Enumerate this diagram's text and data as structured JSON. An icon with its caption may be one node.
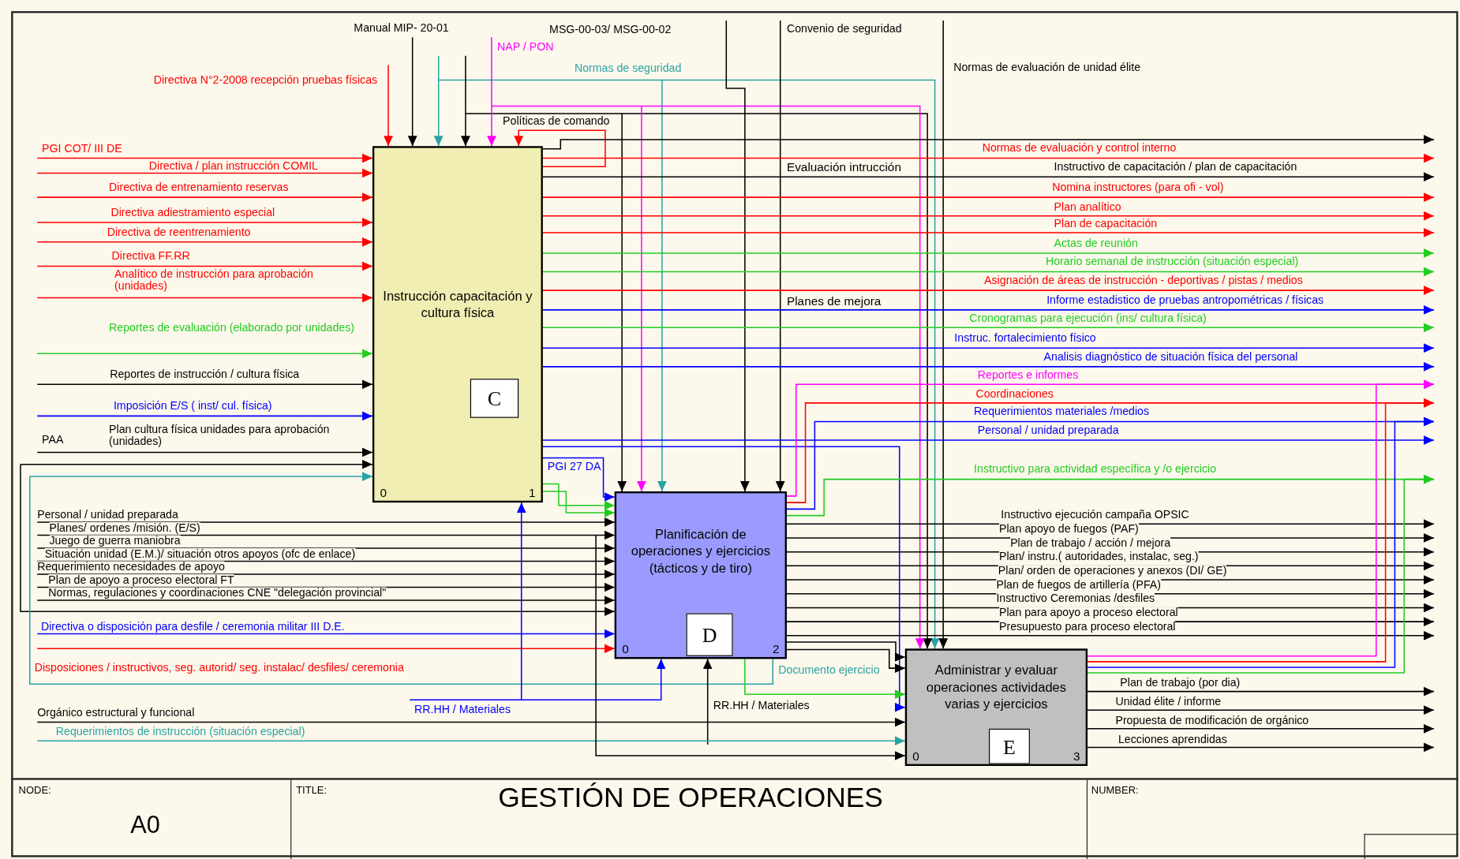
{
  "diagram": {
    "title": "GESTIÓN DE OPERACIONES",
    "nodes": [
      {
        "text": [
          "Instrucción capacitación y cultura física",
          "C",
          "0",
          "1"
        ]
      },
      {
        "text": [
          "Planificación de operaciones y ejercicios (tácticos y de tiro)",
          "D",
          "0",
          "2"
        ]
      },
      {
        "text": [
          "Administrar y evaluar operaciones actividades varias y ejercicios",
          "E",
          "0",
          "3"
        ]
      }
    ],
    "edges": [
      {
        "from": null,
        "to": 0,
        "arrow": "to",
        "label": "PGI COT/ III DE",
        "color": "#ff0000"
      },
      {
        "from": null,
        "to": 0,
        "arrow": "to",
        "label": "Directiva / plan instrucción COMIL",
        "color": "#ff0000"
      },
      {
        "from": null,
        "to": 0,
        "arrow": "to",
        "label": "Directiva de entrenamiento reservas",
        "color": "#ff0000"
      },
      {
        "from": null,
        "to": 0,
        "arrow": "to",
        "label": "Directiva adiestramiento especial",
        "color": "#ff0000"
      },
      {
        "from": null,
        "to": 0,
        "arrow": "to",
        "label": "Directiva de reentrenamiento",
        "color": "#ff0000"
      },
      {
        "from": null,
        "to": 0,
        "arrow": "to",
        "label": "Directiva FF.RR",
        "color": "#ff0000"
      },
      {
        "from": null,
        "to": 0,
        "arrow": "to",
        "label": "Analítico de instrucción para aprobación (unidades)",
        "color": "#ff0000"
      },
      {
        "from": null,
        "to": 0,
        "arrow": "to",
        "label": "Reportes de evaluación (elaborado por unidades)",
        "color": "#22cc22"
      },
      {
        "from": null,
        "to": 0,
        "arrow": "to",
        "label": "Reportes de instrucción / cultura física"
      },
      {
        "from": null,
        "to": 0,
        "arrow": "to",
        "label": "Imposición E/S ( inst/ cul. física)",
        "color": "#0000ff"
      },
      {
        "from": null,
        "to": 0,
        "arrow": "to",
        "label": "Plan cultura física unidades para aprobación (unidades)"
      },
      {
        "from": null,
        "to": 0,
        "arrow": "to",
        "label": "PAA"
      },
      {
        "from": null,
        "to": 1,
        "arrow": "to"
      },
      {
        "from": 1,
        "to": 0,
        "arrow": "to",
        "label": "Documento ejercicio",
        "color": "#2aa3a3"
      },
      {
        "from": 0,
        "to": 0,
        "arrow": "to",
        "color": "#ff0000"
      },
      {
        "from": null,
        "to": 0,
        "arrow": "to",
        "label": "Directiva N°2-2008 recepción pruebas físicas",
        "color": "#ff0000"
      },
      {
        "from": null,
        "to": 0,
        "arrow": "to",
        "label": "Manual MIP- 20-01"
      },
      {
        "from": null,
        "to": 0,
        "arrow": "to",
        "color": "#2aa3a3"
      },
      {
        "from": null,
        "to": 1,
        "arrow": "to",
        "label": "Normas de seguridad",
        "color": "#2aa3a3"
      },
      {
        "from": null,
        "to": 2,
        "arrow": "to",
        "color": "#2aa3a3"
      },
      {
        "from": null,
        "to": 0,
        "arrow": "to"
      },
      {
        "from": null,
        "to": 1,
        "arrow": "to",
        "label": "Políticas de comando"
      },
      {
        "from": null,
        "to": 2,
        "arrow": "to"
      },
      {
        "from": null,
        "to": 0,
        "arrow": "to",
        "label": "NAP / PON",
        "color": "#ff00ff"
      },
      {
        "from": null,
        "to": 1,
        "arrow": "to",
        "color": "#ff00ff"
      },
      {
        "from": null,
        "to": 2,
        "arrow": "to",
        "color": "#ff00ff"
      },
      {
        "from": null,
        "to": 1,
        "arrow": "to",
        "label": "MSG-00-03/ MSG-00-02"
      },
      {
        "from": null,
        "to": 1,
        "arrow": "to",
        "label": "Convenio de seguridad"
      },
      {
        "from": null,
        "to": 2,
        "arrow": "to",
        "label": "Normas de evaluación de unidad élite"
      },
      {
        "from": 0,
        "to": null,
        "arrow": "to"
      },
      {
        "from": 0,
        "to": null,
        "arrow": "to",
        "label": "Normas de evaluación y control interno",
        "color": "#ff0000"
      },
      {
        "from": 0,
        "to": null,
        "arrow": "to",
        "label": "Instructivo de capacitación / plan de capacitación"
      },
      {
        "from": 0,
        "to": null,
        "arrow": "to",
        "label": "Nomina instructores (para ofi - vol)",
        "color": "#ff0000"
      },
      {
        "from": 0,
        "to": null,
        "arrow": "to",
        "label": "Plan analítico",
        "color": "#ff0000"
      },
      {
        "from": 0,
        "to": null,
        "arrow": "to",
        "label": "Plan de capacitación",
        "color": "#ff0000"
      },
      {
        "from": 0,
        "to": null,
        "arrow": "to",
        "label": "Actas de reunión",
        "color": "#22cc22"
      },
      {
        "from": 0,
        "to": null,
        "arrow": "to",
        "label": "Horario semanal de instrucción (situación especial)",
        "color": "#22cc22"
      },
      {
        "from": 0,
        "to": null,
        "arrow": "to",
        "label": "Asignación de áreas de instrucción - deportivas / pistas / medios",
        "color": "#ff0000"
      },
      {
        "from": 0,
        "to": null,
        "arrow": "to",
        "label": "Informe estadistico de pruebas antropométricas / físicas",
        "color": "#0000ff"
      },
      {
        "from": 0,
        "to": null,
        "arrow": "to",
        "label": "Cronogramas para ejecución (ins/ cultura física)",
        "color": "#22cc22"
      },
      {
        "from": 0,
        "to": null,
        "arrow": "to",
        "label": "Instruc. fortalecimiento físico",
        "color": "#0000ff"
      },
      {
        "from": 0,
        "to": null,
        "arrow": "to",
        "label": "Analisis diagnóstico de situación física del personal",
        "color": "#0000ff"
      },
      {
        "from": 0,
        "to": null,
        "arrow": "to",
        "label": "Personal / unidad preparada",
        "color": "#0000ff"
      },
      {
        "from": 0,
        "to": 1,
        "arrow": "to",
        "label": "PGI 27 DA",
        "color": "#0000ff"
      },
      {
        "from": 0,
        "to": 1,
        "arrow": "to",
        "color": "#22cc22"
      },
      {
        "from": 0,
        "to": 1,
        "arrow": "to",
        "color": "#22cc22"
      },
      {
        "from": null,
        "to": 1,
        "arrow": "to",
        "label": "Personal / unidad preparada"
      },
      {
        "from": null,
        "to": 1,
        "arrow": "to",
        "label": "Planes/ ordenes /misión. (E/S)"
      },
      {
        "from": null,
        "to": 1,
        "arrow": "to",
        "label": "Juego de guerra maniobra"
      },
      {
        "from": null,
        "to": 1,
        "arrow": "to",
        "label": "Situación unidad (E.M.)/ situación otros apoyos (ofc de enlace)"
      },
      {
        "from": null,
        "to": 1,
        "arrow": "to",
        "label": "Requerimiento necesidades de apoyo"
      },
      {
        "from": null,
        "to": 1,
        "arrow": "to",
        "label": "Plan de apoyo a proceso electoral FT"
      },
      {
        "from": null,
        "to": 1,
        "arrow": "to",
        "label": "Normas, regulaciones y coordinaciones CNE \"delegación provincial\""
      },
      {
        "from": null,
        "to": 1,
        "arrow": "to",
        "label": "Directiva o disposición para desfile / ceremonia militar III D.E.",
        "color": "#0000ff"
      },
      {
        "from": null,
        "to": 1,
        "arrow": "to",
        "label": "Disposiciones / instructivos, seg. autorid/ seg. instalac/ desfiles/ ceremonia",
        "color": "#ff0000"
      },
      {
        "from": null,
        "to": 0,
        "arrow": "to",
        "label": "RR.HH / Materiales",
        "color": "#0000ff"
      },
      {
        "from": null,
        "to": 1,
        "arrow": "to",
        "color": "#0000ff"
      },
      {
        "from": null,
        "to": 1,
        "arrow": "to",
        "label": "RR.HH / Materiales"
      },
      {
        "from": null,
        "to": 2,
        "arrow": "to",
        "label": "Orgánico estructural y funcional"
      },
      {
        "from": null,
        "to": 2,
        "arrow": "to",
        "label": "Requerimientos de instrucción (situación especial)",
        "color": "#2aa3a3"
      },
      {
        "from": null,
        "to": 2,
        "arrow": "to"
      },
      {
        "from": 0,
        "to": 2,
        "arrow": "to",
        "color": "#0000ff"
      },
      {
        "from": 1,
        "to": 2,
        "arrow": "to",
        "color": "#22cc22"
      },
      {
        "from": 1,
        "to": 2,
        "arrow": "to"
      },
      {
        "from": 1,
        "to": 2,
        "arrow": "to"
      },
      {
        "from": 1,
        "to": null,
        "arrow": "to",
        "label": "Reportes e informes",
        "color": "#ff00ff"
      },
      {
        "from": 1,
        "to": null,
        "arrow": "to",
        "label": "Coordinaciones",
        "color": "#ff0000"
      },
      {
        "from": 1,
        "to": null,
        "arrow": "to",
        "label": "Requerimientos materiales /medios",
        "color": "#0000ff"
      },
      {
        "from": 1,
        "to": null,
        "arrow": "to",
        "label": "Instructivo para actividad específica y /o ejercicio",
        "color": "#22cc22"
      },
      {
        "from": 1,
        "to": null,
        "arrow": "to",
        "label": "Instructivo ejecución campaña OPSIC"
      },
      {
        "from": 1,
        "to": null,
        "arrow": "to",
        "label": "Plan apoyo de fuegos (PAF)"
      },
      {
        "from": 1,
        "to": null,
        "arrow": "to",
        "label": "Plan de trabajo / acción / mejora"
      },
      {
        "from": 1,
        "to": null,
        "arrow": "to",
        "label": "Plan/ instru.( autoridades, instalac, seg.)"
      },
      {
        "from": 1,
        "to": null,
        "arrow": "to",
        "label": "Plan/ orden de operaciones y anexos (DI/ GE)"
      },
      {
        "from": 1,
        "to": null,
        "arrow": "to",
        "label": "Plan de fuegos de artillería (PFA)"
      },
      {
        "from": 1,
        "to": null,
        "arrow": "to",
        "label": "Instructivo Ceremonias /desfiles"
      },
      {
        "from": 1,
        "to": null,
        "arrow": "to",
        "label": "Plan para apoyo a proceso electoral"
      },
      {
        "from": 1,
        "to": null,
        "arrow": "to",
        "label": "Presupuesto para proceso electoral"
      },
      {
        "from": 2,
        "to": null,
        "arrow": "to",
        "color": "#ff00ff"
      },
      {
        "from": 2,
        "to": null,
        "arrow": "to",
        "color": "#ff0000"
      },
      {
        "from": 2,
        "to": null,
        "arrow": "to",
        "color": "#0000ff"
      },
      {
        "from": 2,
        "to": null,
        "arrow": "to",
        "color": "#22cc22"
      },
      {
        "from": 2,
        "to": null,
        "arrow": "to",
        "label": "Plan de trabajo (por dia)"
      },
      {
        "from": 2,
        "to": null,
        "arrow": "to",
        "label": "Unidad élite / informe"
      },
      {
        "from": 2,
        "to": null,
        "arrow": "to",
        "label": "Propuesta de modificación de orgánico"
      },
      {
        "from": 2,
        "to": null,
        "arrow": "to",
        "label": "Lecciones aprendidas"
      }
    ],
    "labels": [
      "Evaluación intrucción",
      "Planes de mejora",
      "NODE:",
      "A0",
      "TITLE:",
      "NUMBER:"
    ]
  }
}
